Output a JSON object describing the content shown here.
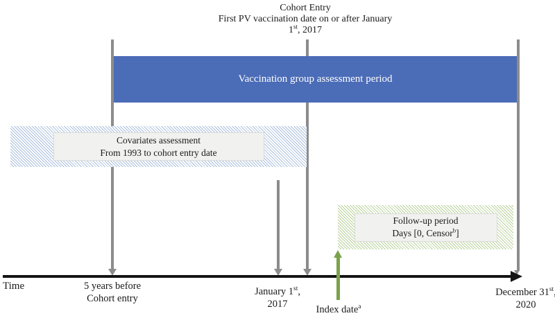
{
  "colors": {
    "assessment_bar_blue": "#4b6cb7",
    "reference_line_gray": "#8c8c8c",
    "covariates_hatch_blue": "#aabfdd",
    "followup_hatch_green": "#b9d29c",
    "index_line_green": "#7aa24b",
    "label_box_background": "#f1f1ef",
    "axis_black": "#141414"
  },
  "heading": {
    "line1": "Cohort Entry",
    "line2": "First PV vaccination date on or after January",
    "line3_pre": "1",
    "line3_sup": "st",
    "line3_post": ", 2017"
  },
  "periods": {
    "vaccination": {
      "label": "Vaccination group assessment period"
    },
    "covariates": {
      "line1": "Covariates assessment",
      "line2": "From 1993 to cohort entry date"
    },
    "followup": {
      "line1": "Follow-up period",
      "line2_pre": "Days [0, Censor",
      "line2_sup": "b",
      "line2_post": "]"
    }
  },
  "axis": {
    "time_label": "Time",
    "tick_5yr_line1": "5 years before",
    "tick_5yr_line2": "Cohort entry",
    "tick_jan_pre": "January 1",
    "tick_jan_sup": "st",
    "tick_jan_post": ",",
    "tick_jan_line2": "2017",
    "tick_index_pre": "Index date",
    "tick_index_sup": "a",
    "tick_dec_pre": "December 31",
    "tick_dec_sup": "st",
    "tick_dec_post": ",",
    "tick_dec_line2": "2020"
  }
}
